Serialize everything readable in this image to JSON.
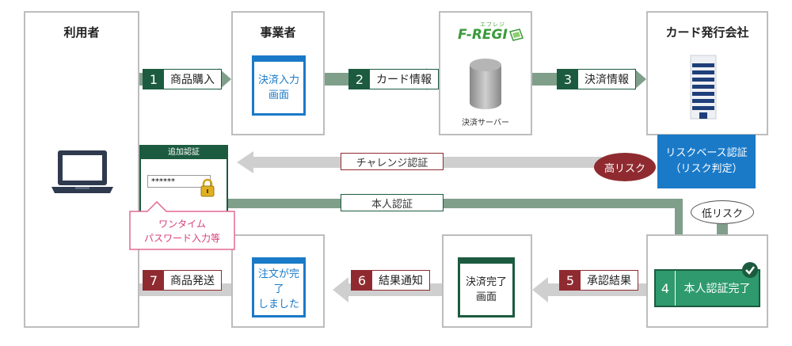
{
  "columns": {
    "user": "利用者",
    "merchant": "事業者",
    "card_company": "カード発行会社"
  },
  "fregi": {
    "logo": "F-REGI",
    "ruby": "エフレジ",
    "server_label": "決済サーバー"
  },
  "merchant_screens": {
    "payment_input": "決済入力\n画面",
    "order_done": "注文が完了\nしました",
    "payment_done": "決済完了\n画面"
  },
  "steps": [
    {
      "num": "1",
      "label": "商品購入"
    },
    {
      "num": "2",
      "label": "カード情報"
    },
    {
      "num": "3",
      "label": "決済情報"
    },
    {
      "num": "4",
      "label": "本人認証完了"
    },
    {
      "num": "5",
      "label": "承認結果"
    },
    {
      "num": "6",
      "label": "結果通知"
    },
    {
      "num": "7",
      "label": "商品発送"
    }
  ],
  "auth_window": {
    "title": "追加認証",
    "password": "******"
  },
  "callout": "ワンタイム\nパスワード入力等",
  "flows": {
    "challenge": "チャレンジ認証",
    "identity": "本人認証"
  },
  "risk": {
    "box": "リスクベース認証\n（リスク判定）",
    "high": "高リスク",
    "low": "低リスク"
  },
  "colors": {
    "green": "#1c5b3f",
    "red": "#8f2b30",
    "blue": "#1a7ac8",
    "arrow_green": "#7f9f8b",
    "arrow_gray": "#cfcfcf"
  },
  "icons": [
    "laptop-icon",
    "database-icon",
    "building-icon",
    "lock-icon",
    "check-icon"
  ]
}
